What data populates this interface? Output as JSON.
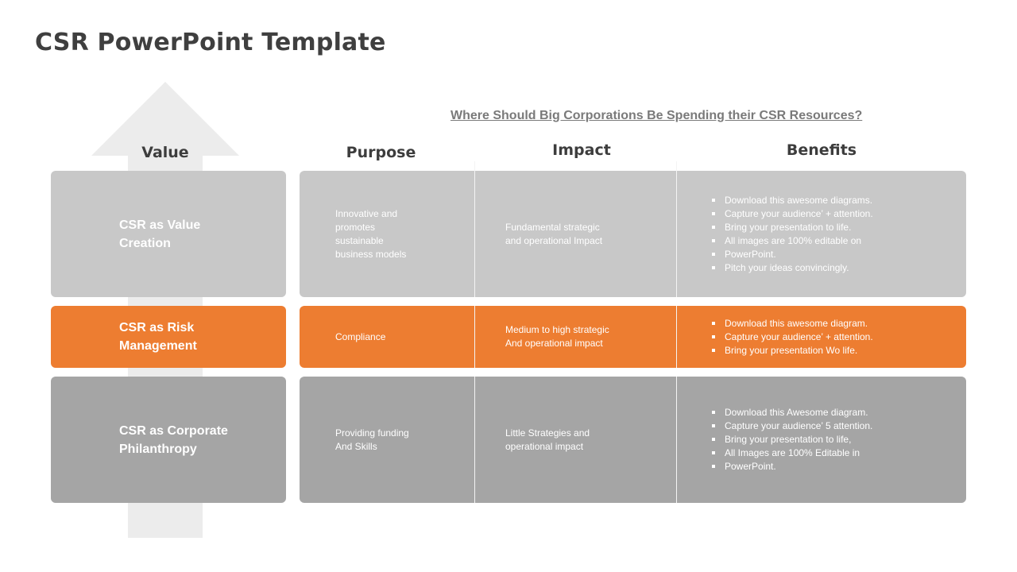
{
  "title": "CSR PowerPoint Template",
  "question": "Where Should Big Corporations Be Spending their CSR Resources?",
  "headers": {
    "value": "Value",
    "purpose": "Purpose",
    "impact": "Impact",
    "benefits": "Benefits"
  },
  "colors": {
    "light_gray": "#c8c8c8",
    "orange": "#ed7d31",
    "dark_gray": "#a5a5a5",
    "arrow": "#ececec"
  },
  "rows": [
    {
      "value": "CSR as Value\nCreation",
      "purpose": "Innovative and\npromotes\nsustainable\nbusiness  models",
      "impact": "Fundamental strategic\nand operational Impact",
      "benefits": [
        "Download this awesome diagrams.",
        "Capture your audience’ + attention.",
        "Bring your presentation to life.",
        "All images are 100% editable on",
        "PowerPoint.",
        "Pitch your ideas convincingly."
      ]
    },
    {
      "value": "CSR as Risk\nManagement",
      "purpose": "Compliance",
      "impact": "Medium to high strategic\nAnd operational impact",
      "benefits": [
        "Download this awesome diagram.",
        "Capture your audience’ + attention.",
        "Bring your presentation Wo life."
      ]
    },
    {
      "value": "CSR as Corporate\nPhilanthropy",
      "purpose": "Providing funding\nAnd Skills",
      "impact": "Little Strategies and\noperational impact",
      "benefits": [
        "Download this Awesome diagram.",
        "Capture your audience’ 5 attention.",
        "Bring your presentation to life,",
        "All Images are 100% Editable in",
        "PowerPoint."
      ]
    }
  ]
}
